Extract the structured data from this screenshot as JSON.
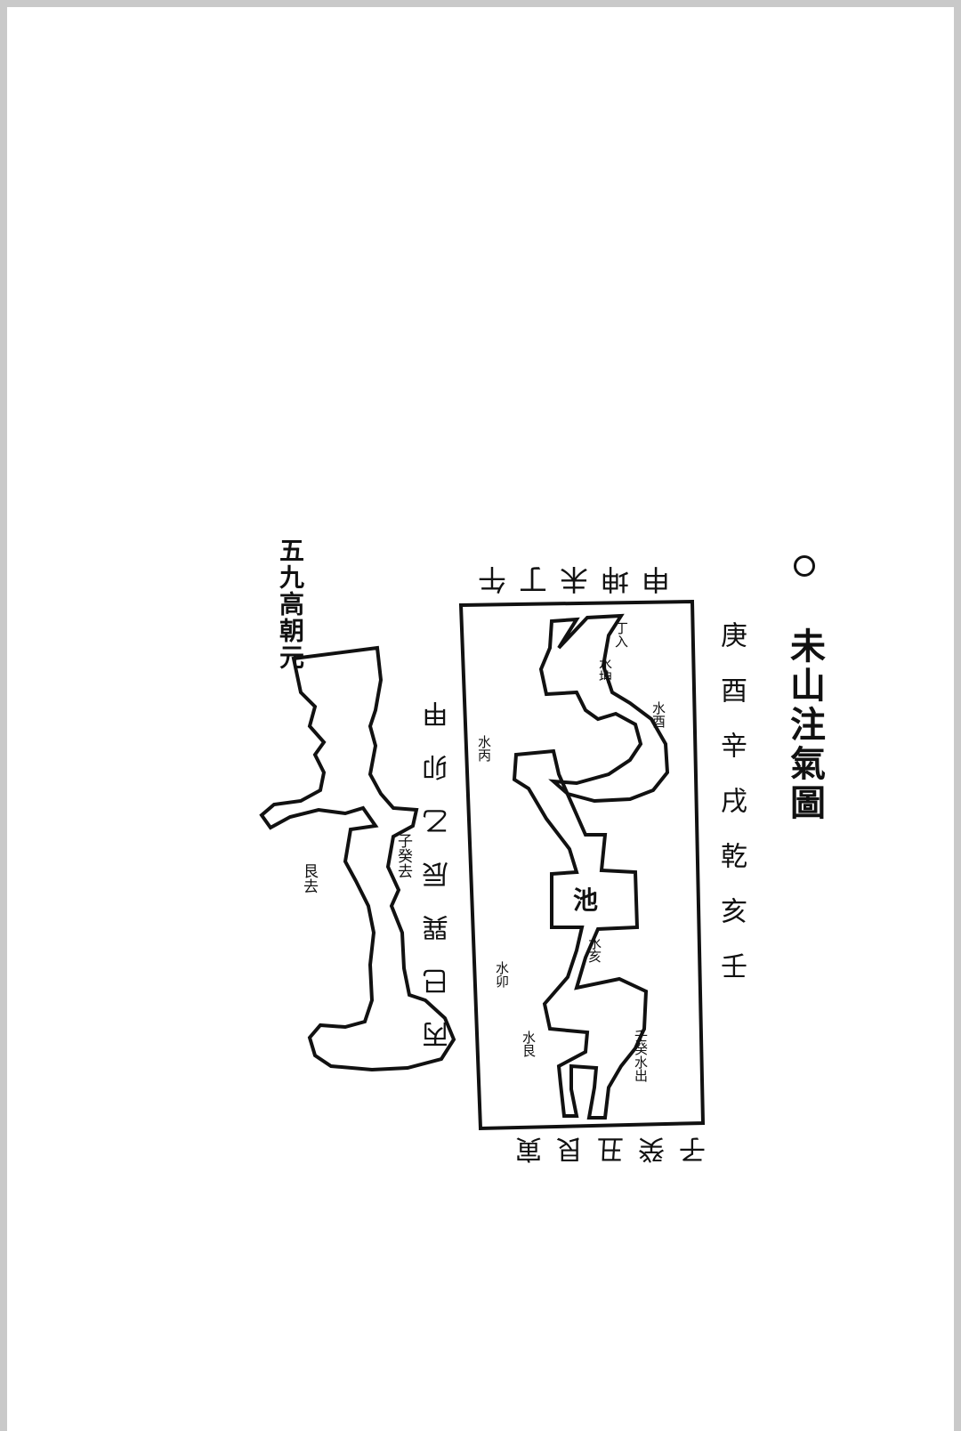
{
  "title": "未山注氣圖",
  "right_column": "庚酉辛戌乾亥壬",
  "top_row": "申坤未丁午",
  "bottom_row": "子癸丑艮寅",
  "left_column": "丙巳巽辰乙卯甲",
  "pool_label": "池",
  "water_labels": {
    "ding_in": "丁入",
    "kun_water": "水坤",
    "you_water": "水酉",
    "bing_water": "水丙",
    "hai_water": "水亥",
    "mao_water": "水卯",
    "gen_water": "水艮",
    "ren_gui_water": "壬癸水出",
    "zi_gui_go": "子癸去",
    "gen_go": "艮去"
  },
  "note": "五九高朝元"
}
